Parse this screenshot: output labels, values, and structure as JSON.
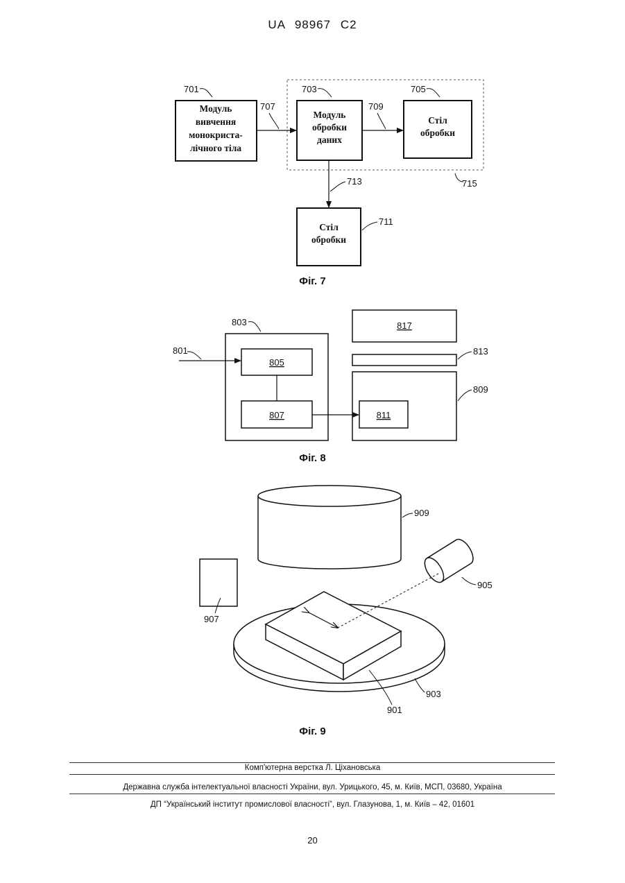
{
  "header": {
    "patent": "UA   98967   C2"
  },
  "fig7": {
    "caption": "Фіг. 7",
    "box_701": {
      "num": "701",
      "lines": [
        "Модуль",
        "вивчення",
        "монокриста-",
        "лічного тіла"
      ]
    },
    "box_703": {
      "num": "703",
      "lines": [
        "Модуль",
        "обробки",
        "даних"
      ]
    },
    "box_705": {
      "num": "705",
      "lines": [
        "Стіл",
        "обробки"
      ]
    },
    "box_711": {
      "num": "711",
      "lines": [
        "Стіл",
        "обробки"
      ]
    },
    "arrow_707": "707",
    "arrow_709": "709",
    "arrow_713": "713",
    "group_715": "715"
  },
  "fig8": {
    "caption": "Фіг. 8",
    "labels": {
      "n801": "801",
      "n803": "803",
      "n805": "805",
      "n807": "807",
      "n809": "809",
      "n811": "811",
      "n813": "813",
      "n817": "817"
    }
  },
  "fig9": {
    "caption": "Фіг. 9",
    "labels": {
      "n901": "901",
      "n903": "903",
      "n905": "905",
      "n907": "907",
      "n909": "909"
    }
  },
  "footer": {
    "line1": "Комп'ютерна верстка Л. Ціхановська",
    "line2": "Державна служба інтелектуальної власності України, вул. Урицького, 45, м. Київ, МСП, 03680, Україна",
    "line3": "ДП “Український інститут промислової власності”, вул. Глазунова, 1, м. Київ – 42, 01601"
  },
  "page_number": "20"
}
